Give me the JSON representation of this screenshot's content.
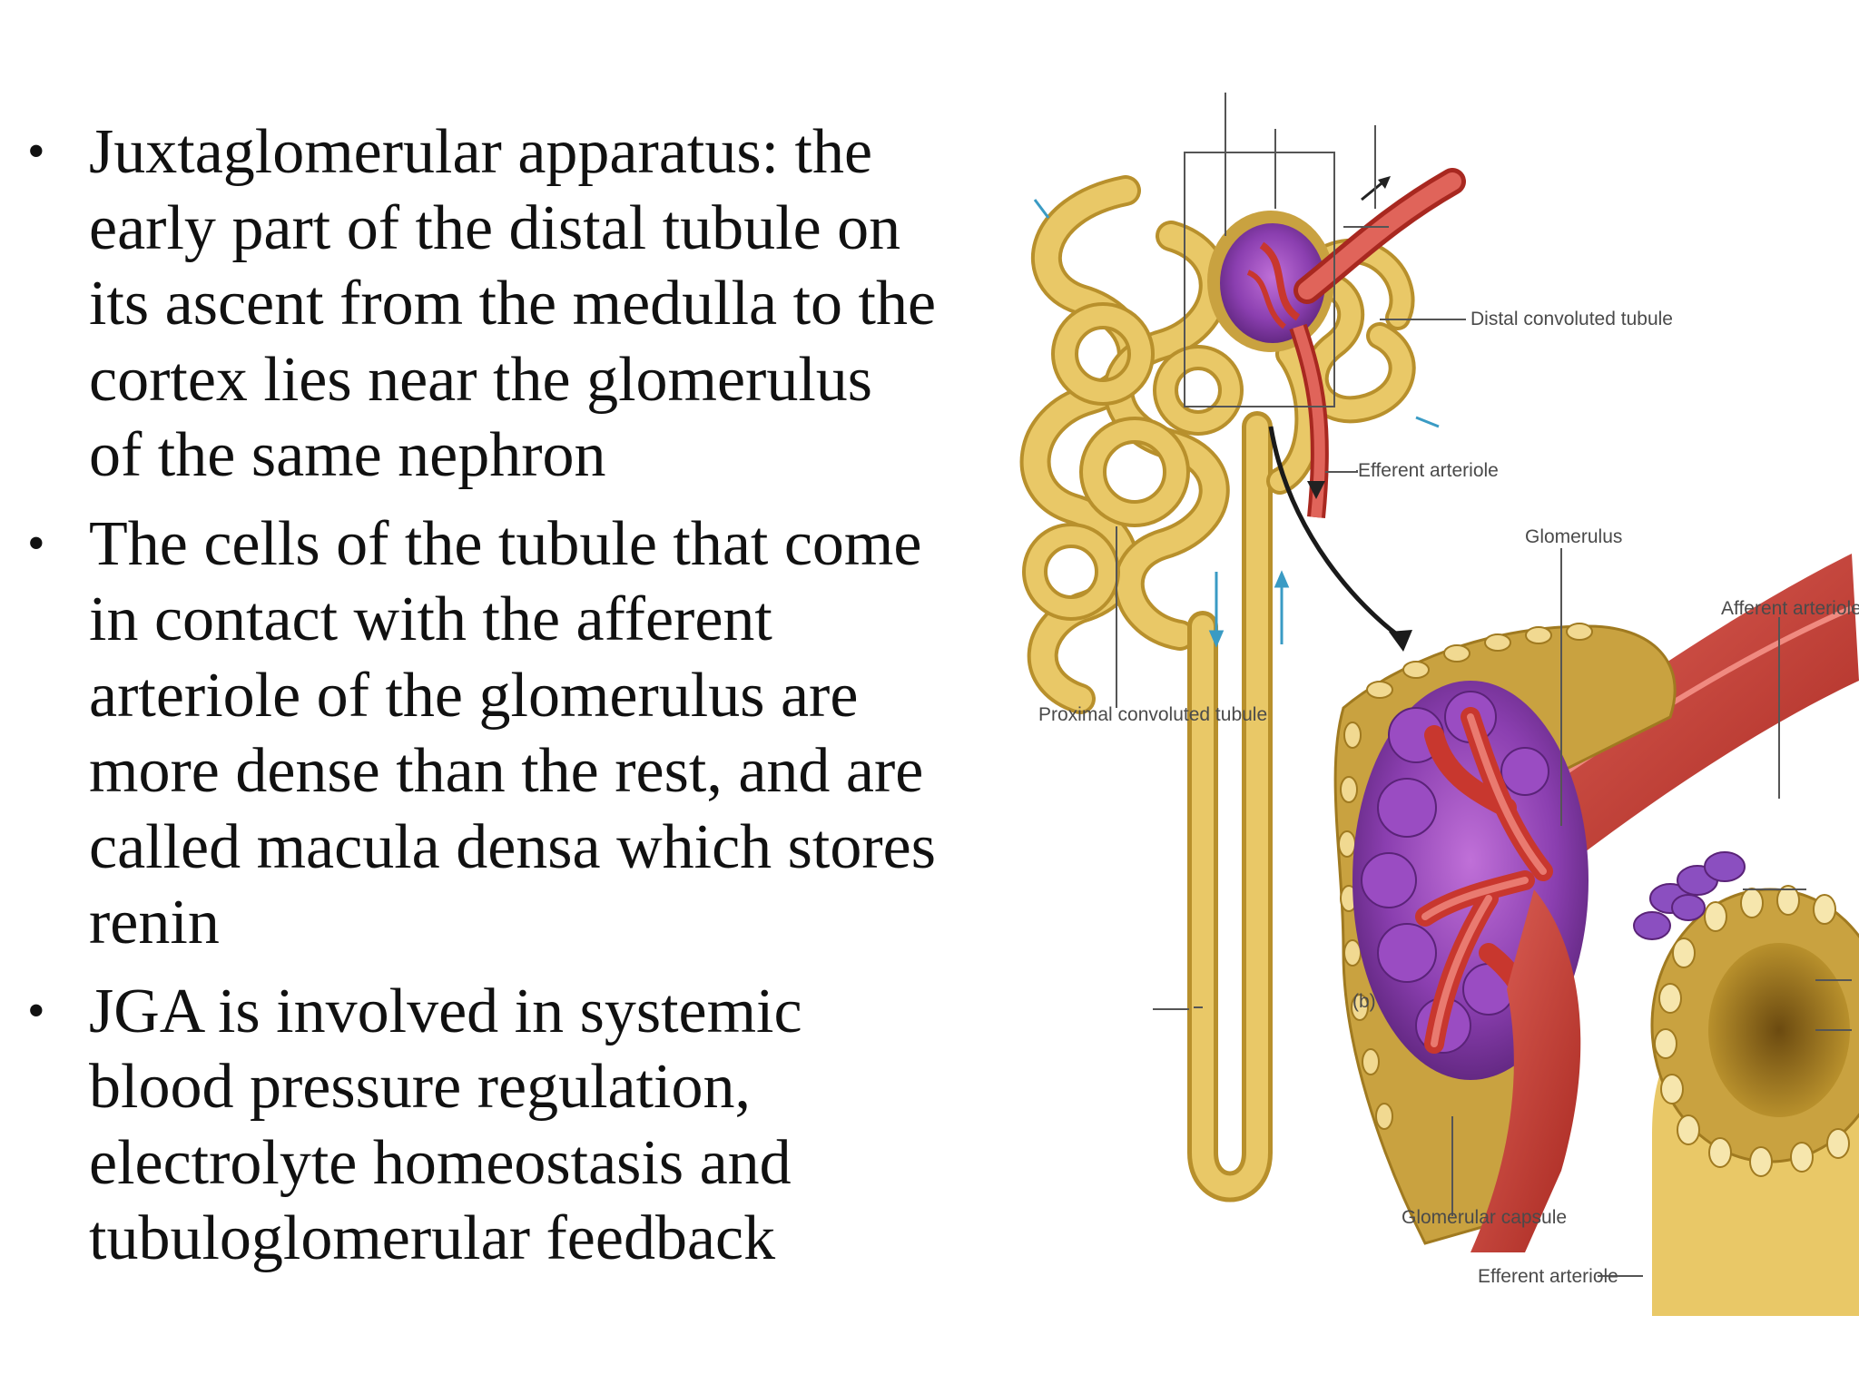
{
  "bullets": [
    {
      "lines": [
        "Juxtaglomerular apparatus: the",
        "early part of the distal tubule on",
        "its ascent from the medulla to the",
        "cortex lies near the glomerulus",
        "of the same nephron"
      ]
    },
    {
      "lines": [
        "The cells of the tubule that come",
        "in contact with the afferent",
        "arteriole of the glomerulus are",
        "more dense than the rest, and are",
        "called macula densa which stores",
        "renin"
      ]
    },
    {
      "lines": [
        "JGA is involved in systemic",
        "blood pressure regulation,",
        "electrolyte homeostasis and",
        "tubuloglomerular feedback"
      ]
    }
  ],
  "figure": {
    "labels": {
      "distal": "Distal convoluted tubule",
      "efferent_top": "Efferent arteriole",
      "glomerulus": "Glomerulus",
      "afferent": "Afferent arteriole",
      "proximal": "Proximal convoluted tubule",
      "panel_b": "(b)",
      "capsule": "Glomerular capsule",
      "efferent_bottom": "Efferent arteriole"
    },
    "colors": {
      "tubule": "#e9c867",
      "tubule_dark": "#b8902c",
      "vessel": "#c8372e",
      "vessel_light": "#e0645a",
      "glomerulus": "#8b3fb0",
      "capsule": "#c9a240"
    }
  }
}
